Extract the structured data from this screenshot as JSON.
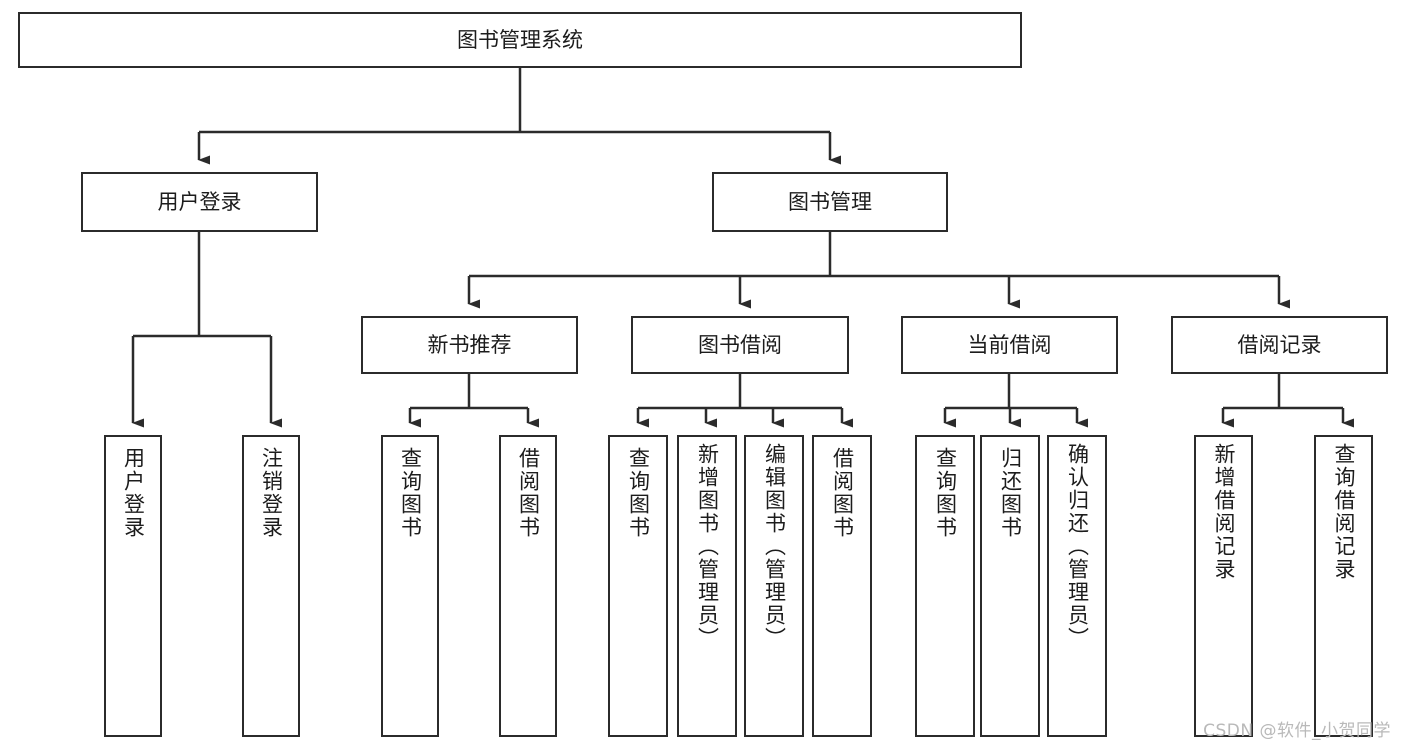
{
  "diagram": {
    "title": "图书管理系统",
    "type": "tree-hierarchy",
    "root": {
      "label": "图书管理系统"
    },
    "level1": [
      {
        "label": "用户登录"
      },
      {
        "label": "图书管理"
      }
    ],
    "level2": [
      {
        "label": "新书推荐"
      },
      {
        "label": "图书借阅"
      },
      {
        "label": "当前借阅"
      },
      {
        "label": "借阅记录"
      }
    ],
    "leaves": {
      "user_login": [
        {
          "label": "用户登录"
        },
        {
          "label": "注销登录"
        }
      ],
      "new_book_recommend": [
        {
          "label": "查询图书"
        },
        {
          "label": "借阅图书"
        }
      ],
      "book_borrow": [
        {
          "label": "查询图书"
        },
        {
          "label": "新增图书（管理员）"
        },
        {
          "label": "编辑图书（管理员）"
        },
        {
          "label": "借阅图书"
        }
      ],
      "current_borrow": [
        {
          "label": "查询图书"
        },
        {
          "label": "归还图书"
        },
        {
          "label": "确认归还（管理员）"
        }
      ],
      "borrow_record": [
        {
          "label": "新增借阅记录"
        },
        {
          "label": "查询借阅记录"
        }
      ]
    }
  },
  "watermark": {
    "text": "CSDN @软件_小贺同学"
  },
  "colors": {
    "stroke": "#2b2b2b",
    "background": "#ffffff",
    "text": "#1c1c1c",
    "watermark": "#b9b9b9"
  }
}
